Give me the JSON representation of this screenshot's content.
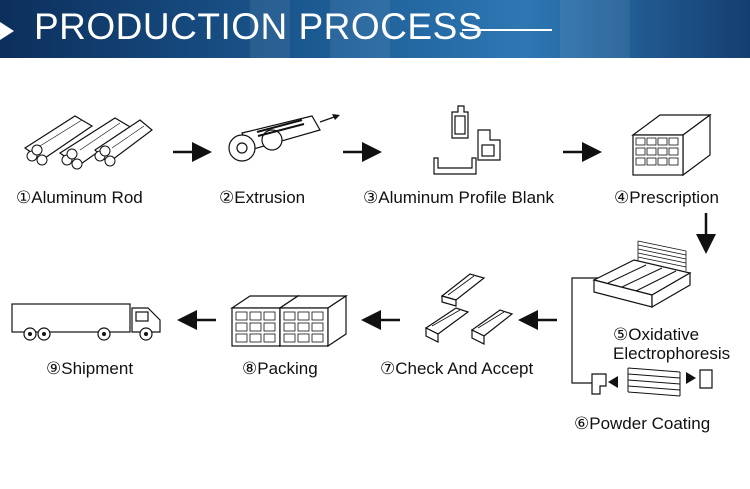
{
  "header": {
    "title": "PRODUCTION PROCESS"
  },
  "steps": {
    "s1": "①Aluminum Rod",
    "s2": "②Extrusion",
    "s3": "③Aluminum Profile Blank",
    "s4": "④Prescription",
    "s5a": "⑤Oxidative",
    "s5b": "Electrophoresis",
    "s6": "⑥Powder Coating",
    "s7": "⑦Check And Accept",
    "s8": "⑧Packing",
    "s9": "⑨Shipment"
  },
  "colors": {
    "banner": "#1d5d96",
    "ink": "#111111"
  }
}
